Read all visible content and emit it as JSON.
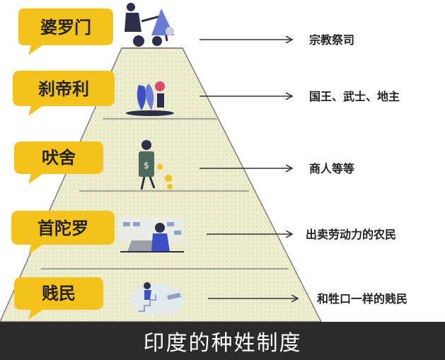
{
  "colors": {
    "bubble": "#f5c21b",
    "tier_fill": "#eeeccf",
    "tier_stroke": "#777777",
    "footer_bg": "#2b2b2b",
    "arrow": "#333333"
  },
  "tiers": [
    {
      "label": "婆罗门",
      "description": "宗教祭司",
      "icon": "person-on-chair-illustration"
    },
    {
      "label": "刹帝利",
      "description": "国王、武士、地主",
      "icon": "plants-and-person-illustration"
    },
    {
      "label": "吠舍",
      "description": "商人等等",
      "icon": "merchant-with-coins-illustration"
    },
    {
      "label": "首陀罗",
      "description": "出卖劳动力的农民",
      "icon": "laborer-at-laptop-illustration"
    },
    {
      "label": "贱民",
      "description": "和牲口一样的贱民",
      "icon": "person-climbing-stairs-illustration"
    }
  ],
  "footer": {
    "title": "印度的种姓制度"
  }
}
